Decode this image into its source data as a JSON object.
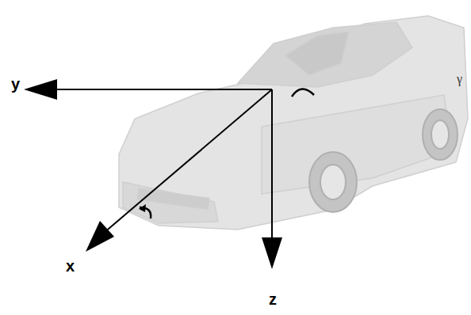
{
  "diagram": {
    "labels": [
      "y",
      "x",
      "z",
      "γ"
    ]
  }
}
